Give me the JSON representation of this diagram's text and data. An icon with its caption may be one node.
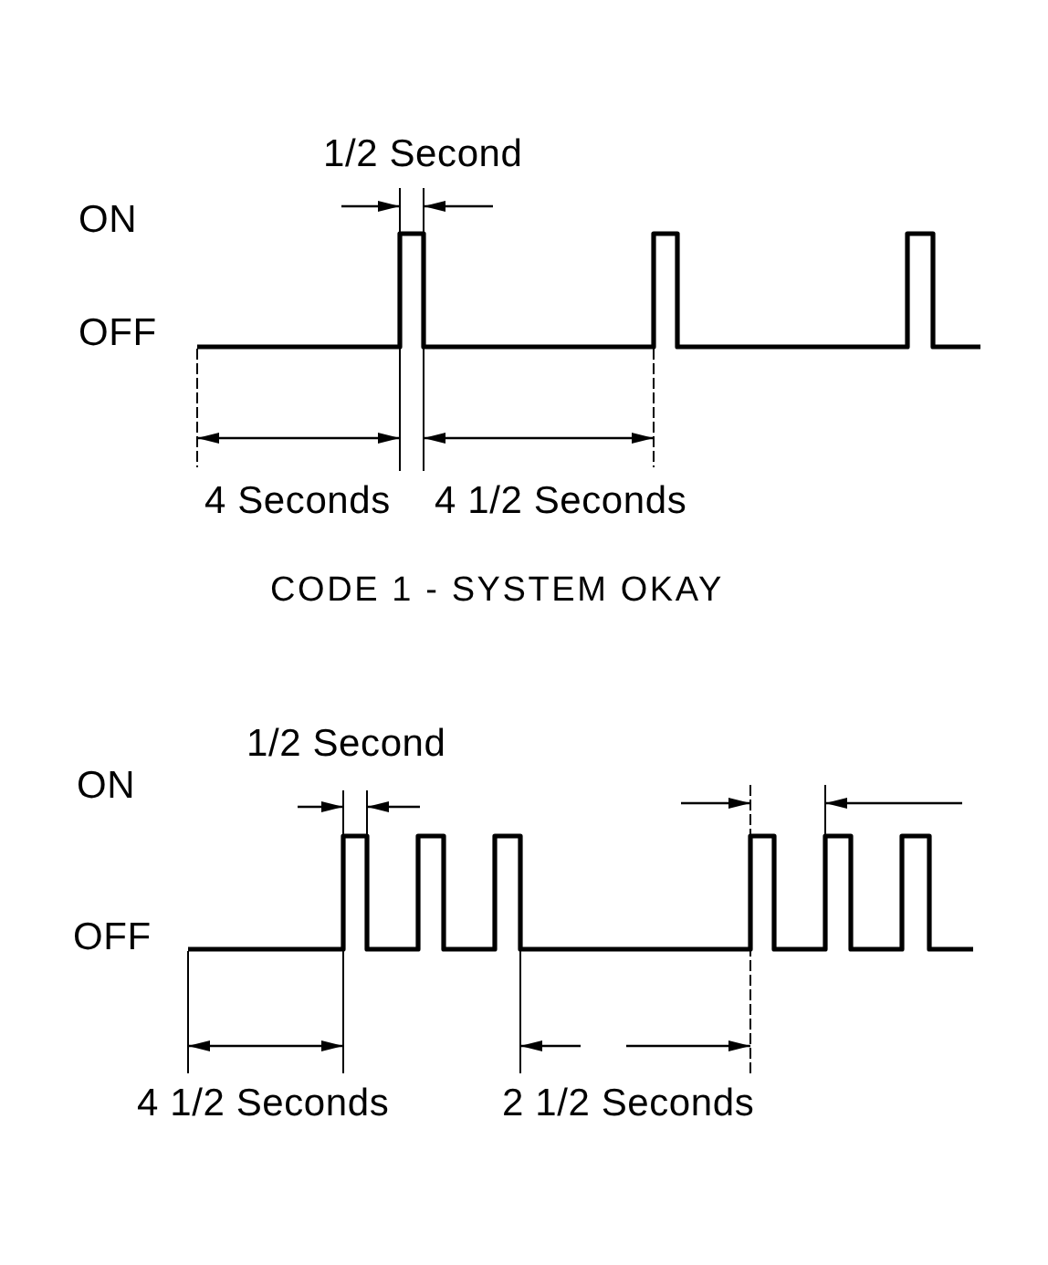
{
  "diagram": {
    "labels": [
      "1/2 Second",
      "ON",
      "OFF",
      "4 Seconds",
      "4 1/2 Seconds",
      "CODE 1 - SYSTEM OKAY",
      "1/2 Second",
      "ON",
      "OFF",
      "4 1/2 Seconds",
      "2 1/2 Seconds"
    ]
  }
}
